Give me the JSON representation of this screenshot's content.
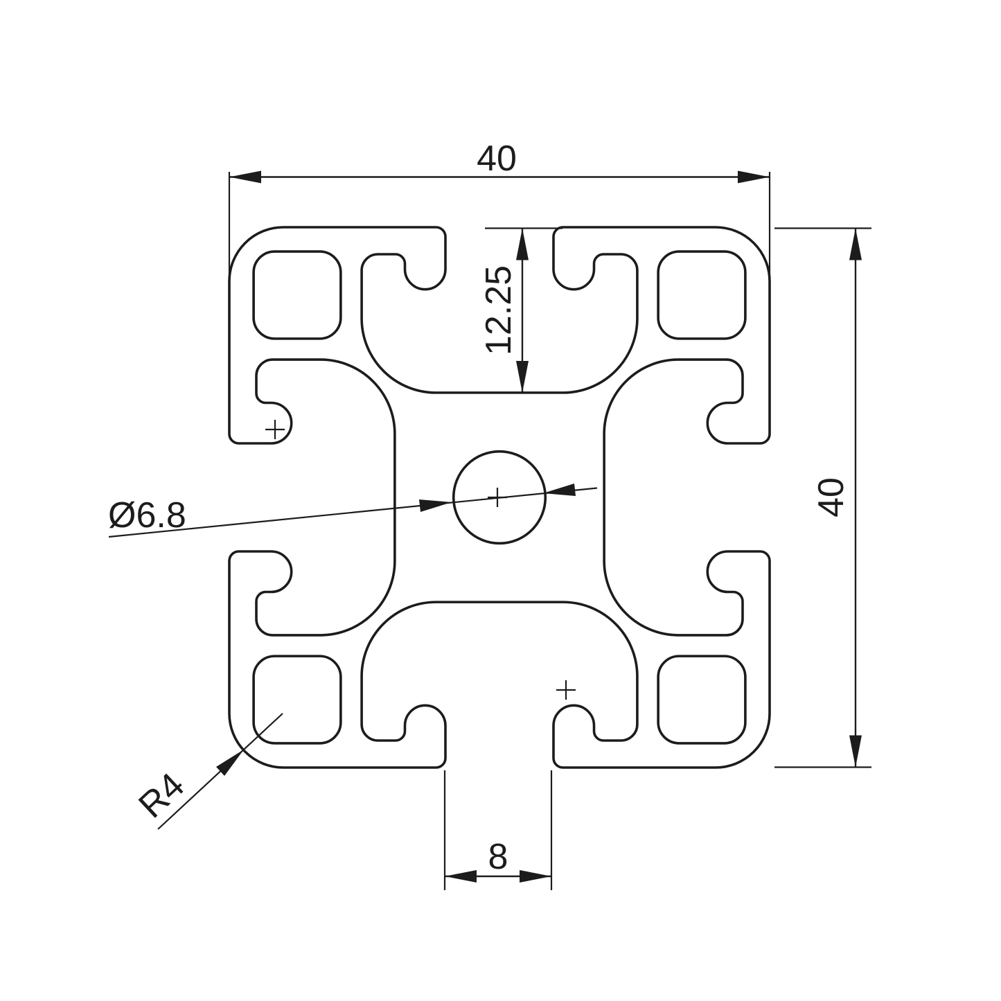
{
  "drawing": {
    "type": "technical-cross-section",
    "subject": "40x40 aluminium extrusion T-slot profile",
    "background_color": "#ffffff",
    "line_color": "#1c1c1c",
    "dimensions": {
      "overall_width": {
        "value": "40",
        "orientation": "horizontal-top"
      },
      "overall_height": {
        "value": "40",
        "orientation": "vertical-right"
      },
      "slot_depth": {
        "value": "12.25",
        "orientation": "vertical-top-center"
      },
      "center_bore": {
        "value": "Ø6.8",
        "orientation": "leader-left"
      },
      "corner_radius": {
        "value": "R4",
        "orientation": "leader-bottom-left"
      },
      "slot_opening": {
        "value": "8",
        "orientation": "horizontal-bottom"
      }
    }
  }
}
